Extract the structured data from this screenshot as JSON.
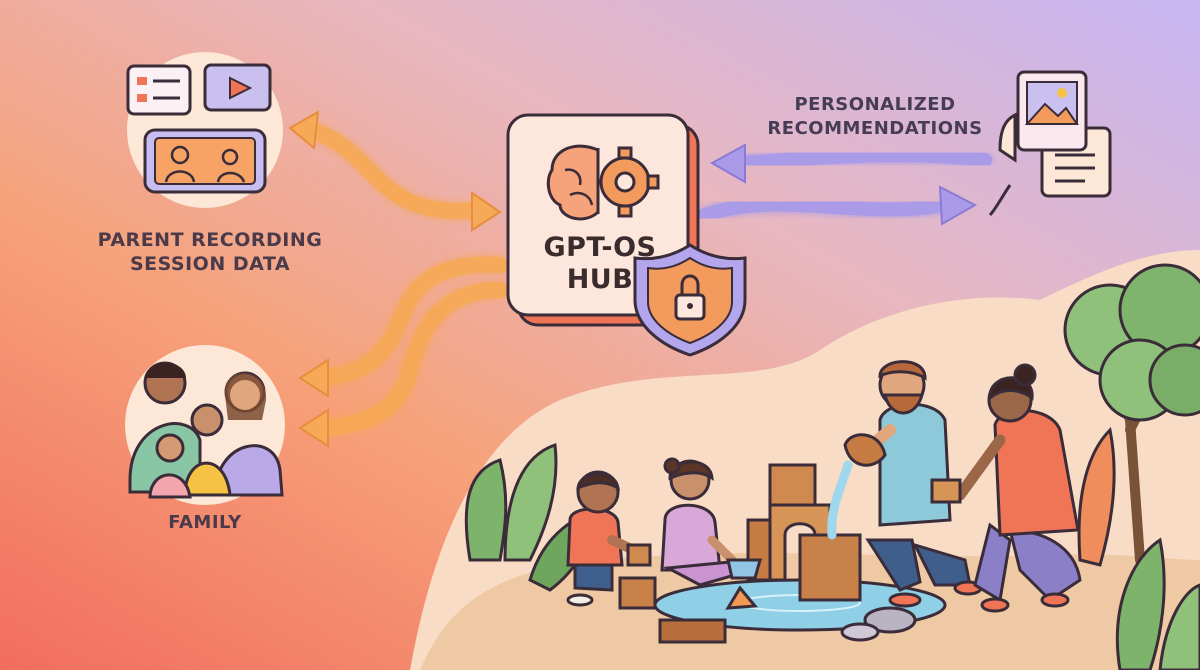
{
  "nodes": {
    "parent_recording": {
      "label_line1": "PARENT RECORDING",
      "label_line2": "SESSION DATA"
    },
    "family": {
      "label": "FAMILY"
    },
    "hub": {
      "label_line1": "GPT-OS",
      "label_line2": "HUB"
    },
    "recommendations": {
      "label_line1": "PERSONALIZED",
      "label_line2": "RECOMMENDATIONS"
    }
  },
  "icons": [
    "video-chat-icon",
    "family-portrait-icon",
    "brain-gear-icon",
    "shield-lock-icon",
    "image-document-icon"
  ],
  "colors": {
    "background_left": "#f27a62",
    "background_right": "#c9b8f2",
    "orange_arrow": "#f6a957",
    "purple_arrow": "#a99be8",
    "hub_fill": "#fde6dc",
    "outline": "#3b2c3a"
  }
}
